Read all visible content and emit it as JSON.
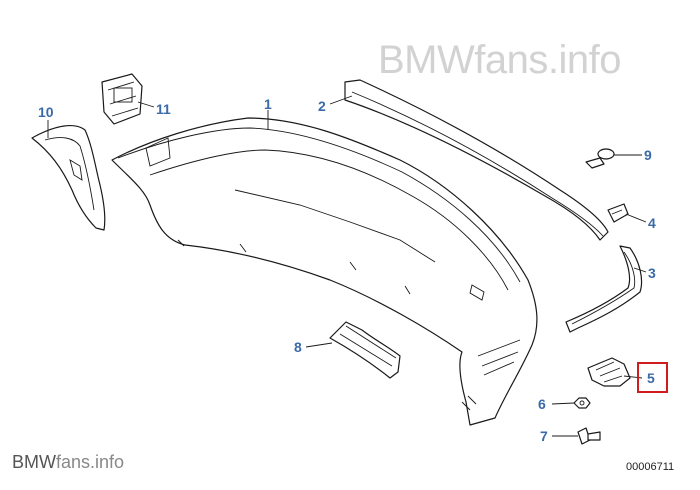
{
  "watermark": {
    "brand": "BMW",
    "domain": "fans.info"
  },
  "footer": {
    "brand": "BMW",
    "domain": "fans.info",
    "diagram_id": "00006711"
  },
  "callouts": [
    "1",
    "2",
    "3",
    "4",
    "5",
    "6",
    "7",
    "8",
    "9",
    "10",
    "11"
  ],
  "highlighted_callout": "5",
  "colors": {
    "callout": "#3b6aa8",
    "highlight": "#d01c1c",
    "line": "#1a1a1a"
  }
}
